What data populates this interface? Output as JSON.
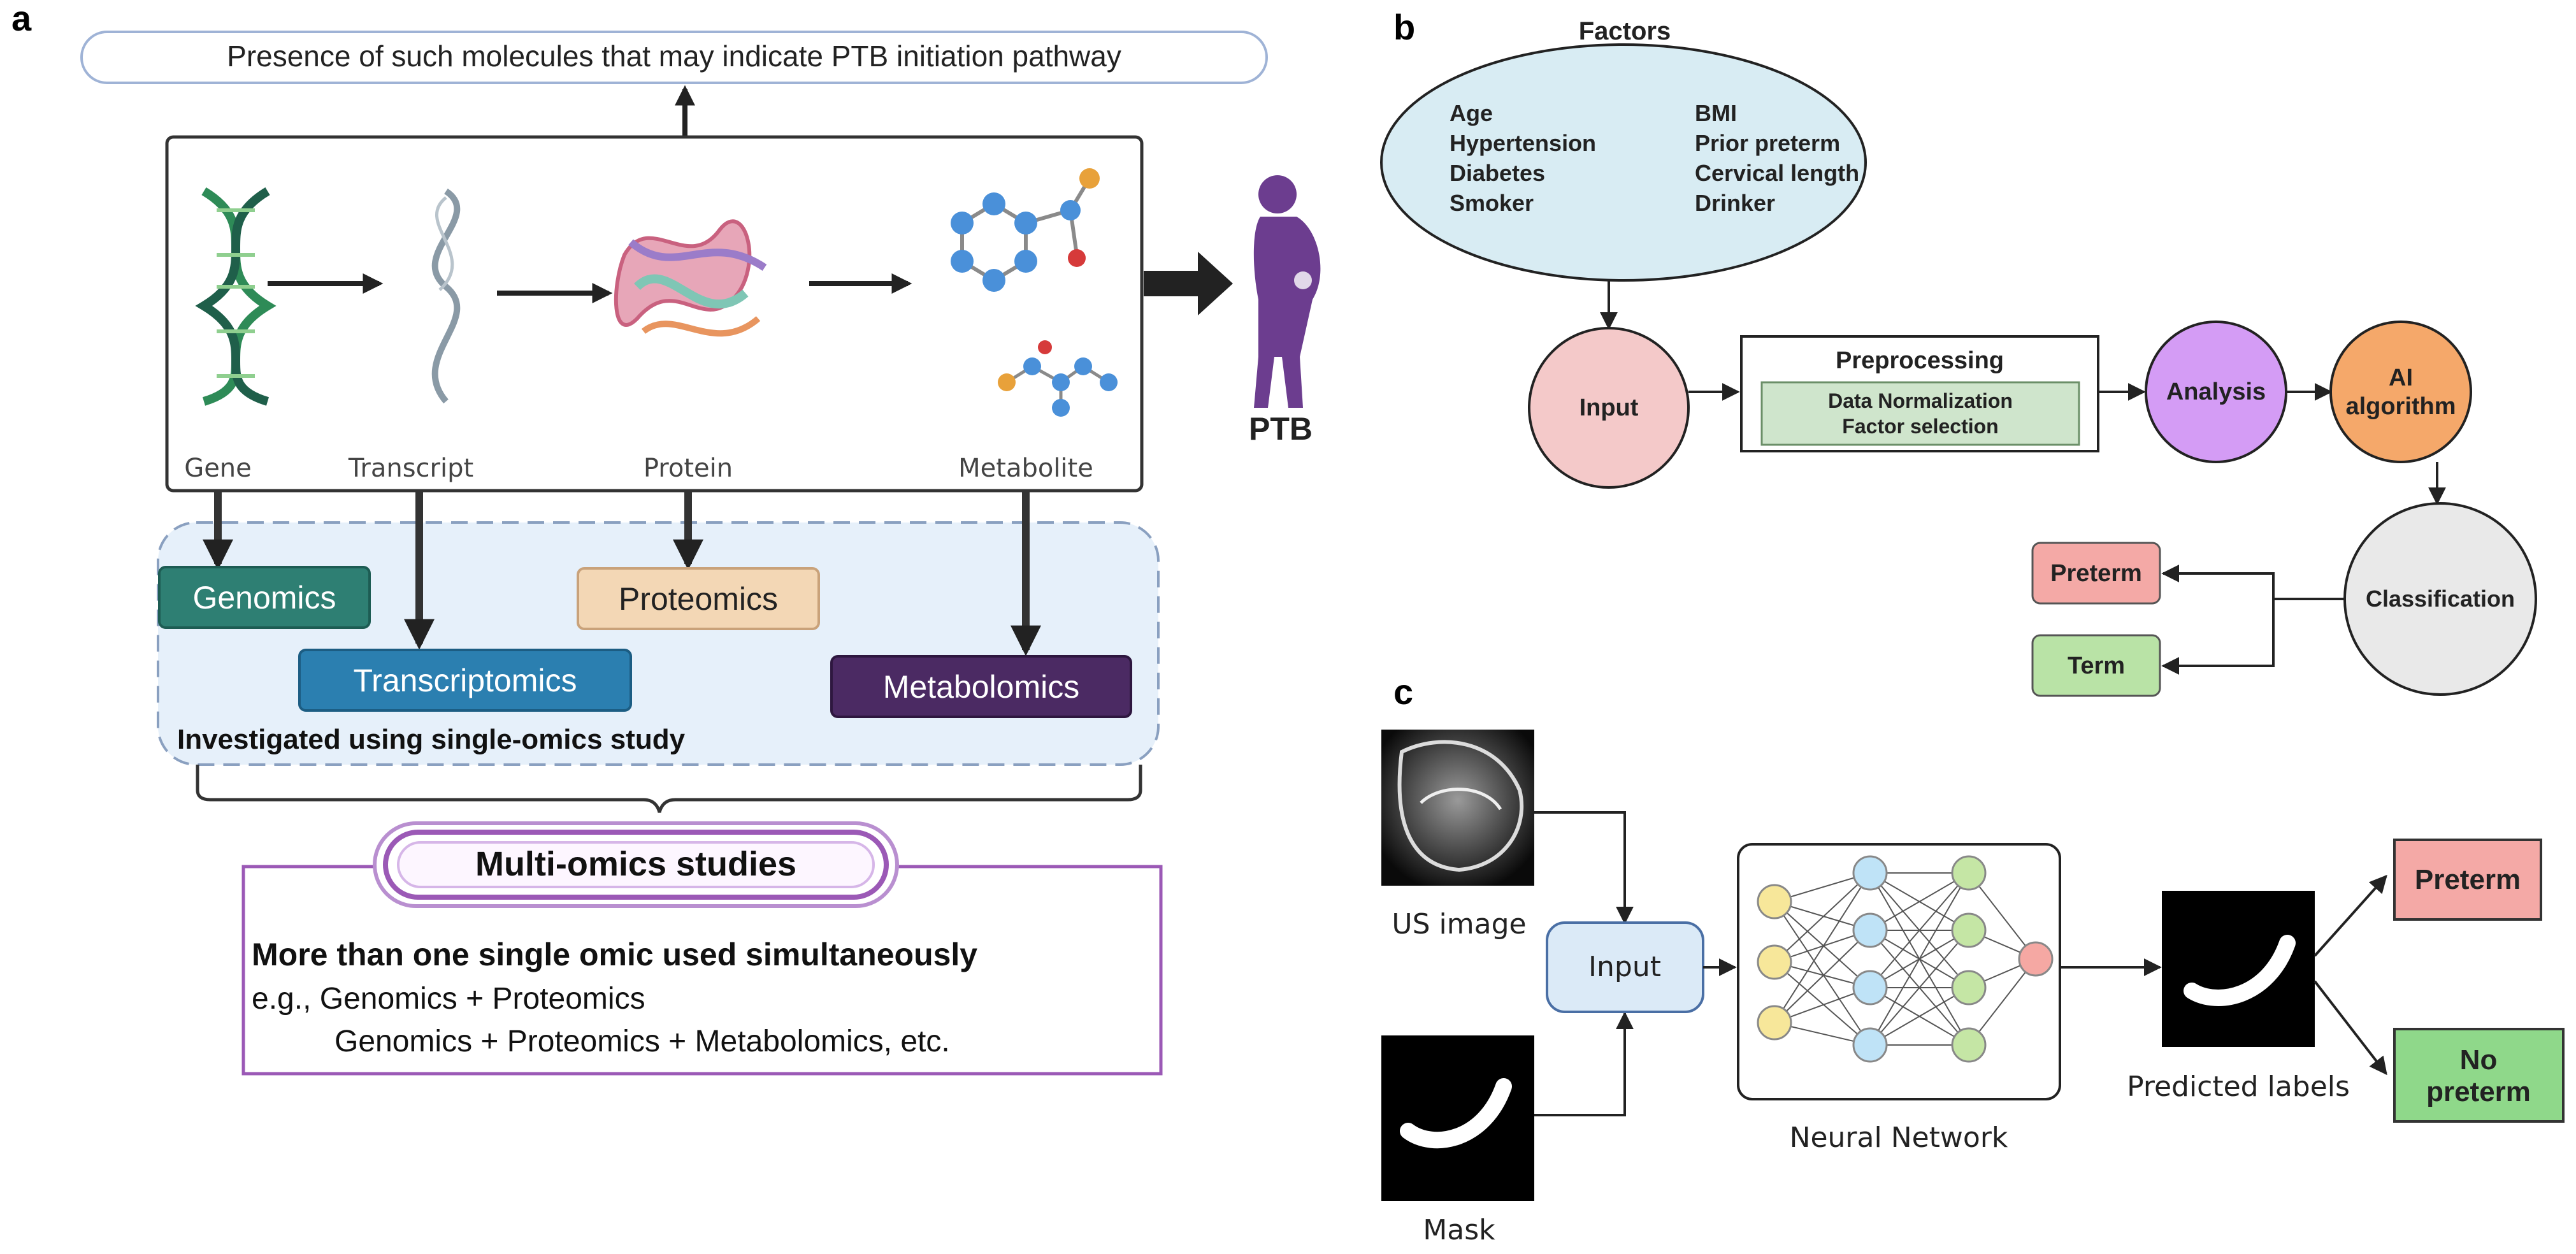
{
  "panel_a": {
    "letter": "a",
    "top_banner": "Presence of such molecules that may indicate PTB initiation pathway",
    "stage_labels": [
      "Gene",
      "Transcript",
      "Protein",
      "Metabolite"
    ],
    "outcome": "PTB",
    "omics": {
      "genomics": "Genomics",
      "transcriptomics": "Transcriptomics",
      "proteomics": "Proteomics",
      "metabolomics": "Metabolomics"
    },
    "single_omics_caption": "Investigated using single-omics study",
    "multi_omics_title": "Multi-omics studies",
    "multi_omics_line1": "More than one single omic used simultaneously",
    "multi_omics_line2": "e.g., Genomics + Proteomics",
    "multi_omics_line3": "Genomics + Proteomics + Metabolomics, etc.",
    "colors": {
      "genomics": "#2e7f73",
      "transcriptomics": "#2b7fb0",
      "proteomics": "#f3d7b5",
      "metabolomics": "#4b2a63",
      "multi_omics": "#9b59b6",
      "pregnant_icon": "#6c3d8f"
    }
  },
  "panel_b": {
    "letter": "b",
    "factors_title": "Factors",
    "factors_left": [
      "Age",
      "Hypertension",
      "Diabetes",
      "Smoker"
    ],
    "factors_right": [
      "BMI",
      "Prior preterm",
      "Cervical length",
      "Drinker"
    ],
    "input": "Input",
    "preprocessing_title": "Preprocessing",
    "preprocessing_line1": "Data Normalization",
    "preprocessing_line2": "Factor selection",
    "analysis": "Analysis",
    "ai_line1": "AI",
    "ai_line2": "algorithm",
    "classification": "Classification",
    "preterm": "Preterm",
    "term": "Term",
    "colors": {
      "factors": "#d8ecf3",
      "input": "#f4c9c9",
      "preprocessing": "#cfe5cc",
      "analysis": "#d49cf5",
      "ai": "#f5a86a",
      "classification": "#e9e9e9",
      "preterm": "#f4a9a6",
      "term": "#b9e3a6"
    }
  },
  "panel_c": {
    "letter": "c",
    "us_image_label": "US image",
    "mask_label": "Mask",
    "input": "Input",
    "network_label": "Neural Network",
    "predicted_label": "Predicted labels",
    "preterm": "Preterm",
    "no_preterm_line1": "No",
    "no_preterm_line2": "preterm",
    "colors": {
      "input": "#dbeaf7",
      "layer1": "#f7e79a",
      "layer2": "#bfe3f7",
      "layer3": "#c5e6a5",
      "output": "#f5a8a3",
      "preterm": "#f4a9a6",
      "no_preterm": "#8fd88a"
    }
  }
}
